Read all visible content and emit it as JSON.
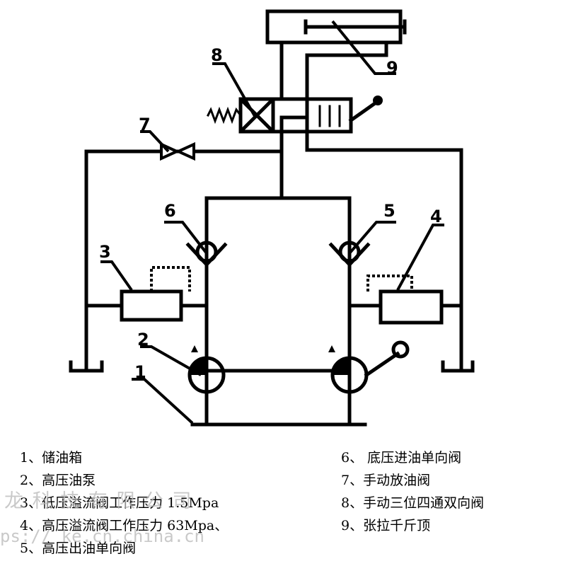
{
  "diagram": {
    "callouts": {
      "n1": "1",
      "n2": "2",
      "n3": "3",
      "n4": "4",
      "n5": "5",
      "n6": "6",
      "n7": "7",
      "n8": "8",
      "n9": "9"
    },
    "legend": {
      "left": [
        "1、储油箱",
        "2、高压油泵",
        "3、低压溢流阀工作压力 1.5Mpa",
        "4、高压溢流阀工作压力 63Mpa、",
        "5、高压出油单向阀"
      ],
      "right": [
        "6、 底压进油单向阀",
        "7、手动放油阀",
        "8、手动三位四通双向阀",
        "9、张拉千斤顶"
      ]
    },
    "watermark": {
      "line1": "龙   科   技   有   限   公   司",
      "line2": "ps://           ke.cn.china.cn"
    },
    "colors": {
      "line": "#000000",
      "watermark": "#b8b8b8"
    }
  }
}
